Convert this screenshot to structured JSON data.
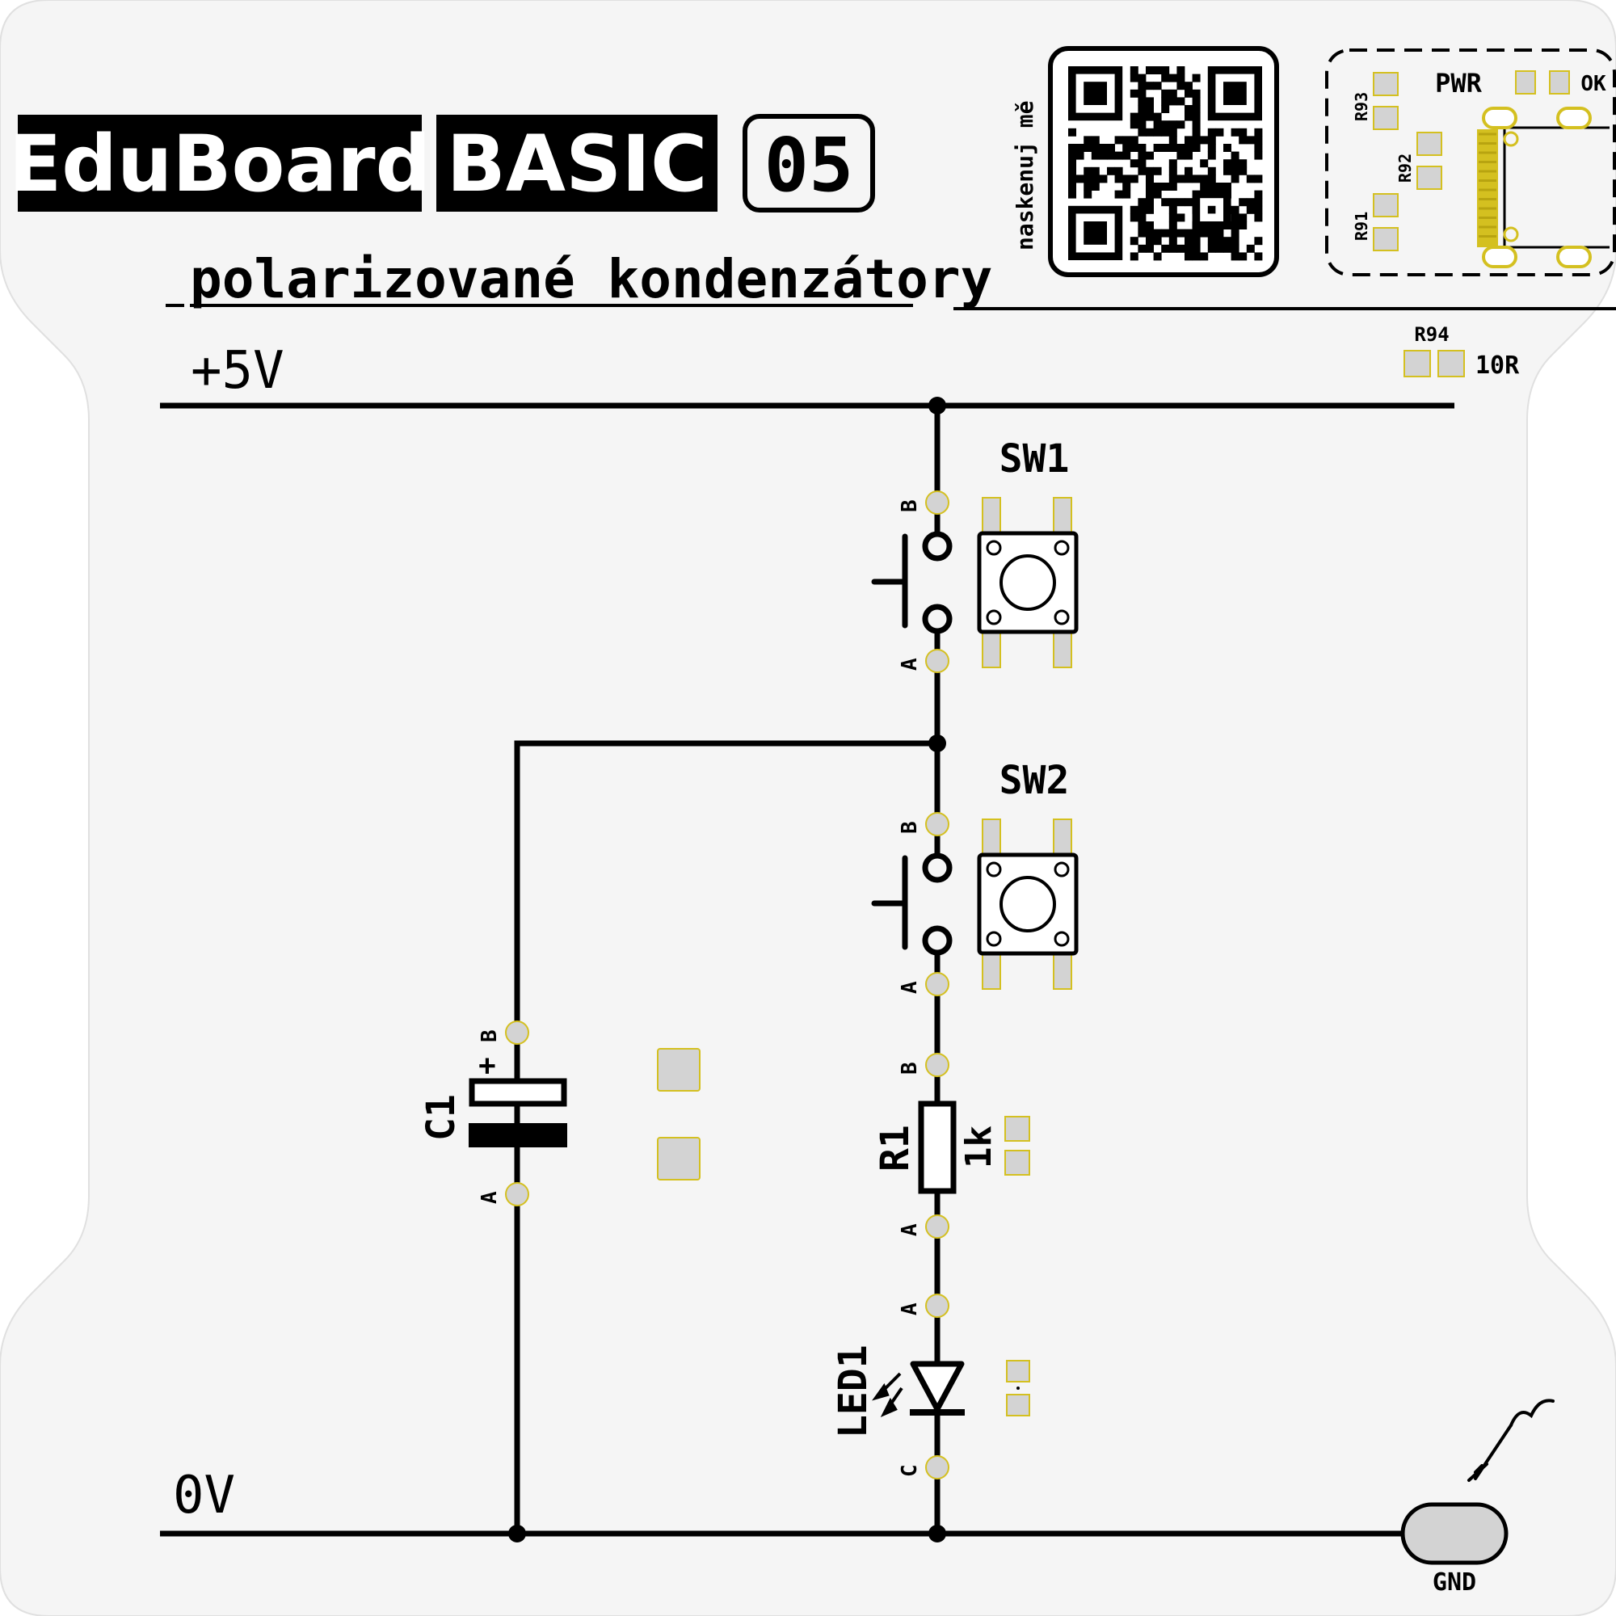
{
  "header": {
    "brand": "EduBoard",
    "series": "BASIC",
    "number": "05",
    "subtitle": "polarizované kondenzátory",
    "qr_caption": "naskenuj mě"
  },
  "power_module": {
    "pwr_label": "PWR",
    "ok_label": "OK",
    "resistors": [
      "R93",
      "R92",
      "R91"
    ],
    "r94_label": "R94",
    "r94_value": "10R"
  },
  "rails": {
    "top": "+5V",
    "bottom": "0V"
  },
  "components": {
    "sw1": {
      "ref": "SW1",
      "pin_b": "B",
      "pin_a": "A"
    },
    "sw2": {
      "ref": "SW2",
      "pin_b": "B",
      "pin_a": "A"
    },
    "c1": {
      "ref": "C1",
      "plus": "+",
      "pin_b": "B",
      "pin_a": "A"
    },
    "r1": {
      "ref": "R1",
      "value": "1k",
      "pin_b": "B",
      "pin_a": "A"
    },
    "led1": {
      "ref": "LED1",
      "pin_a": "A",
      "pin_c": "C"
    },
    "gnd": {
      "label": "GND"
    }
  },
  "colors": {
    "ink": "#000000",
    "board": "#f5f5f5",
    "pad": "#d3d3d3",
    "pad_outline": "#d4c020"
  }
}
